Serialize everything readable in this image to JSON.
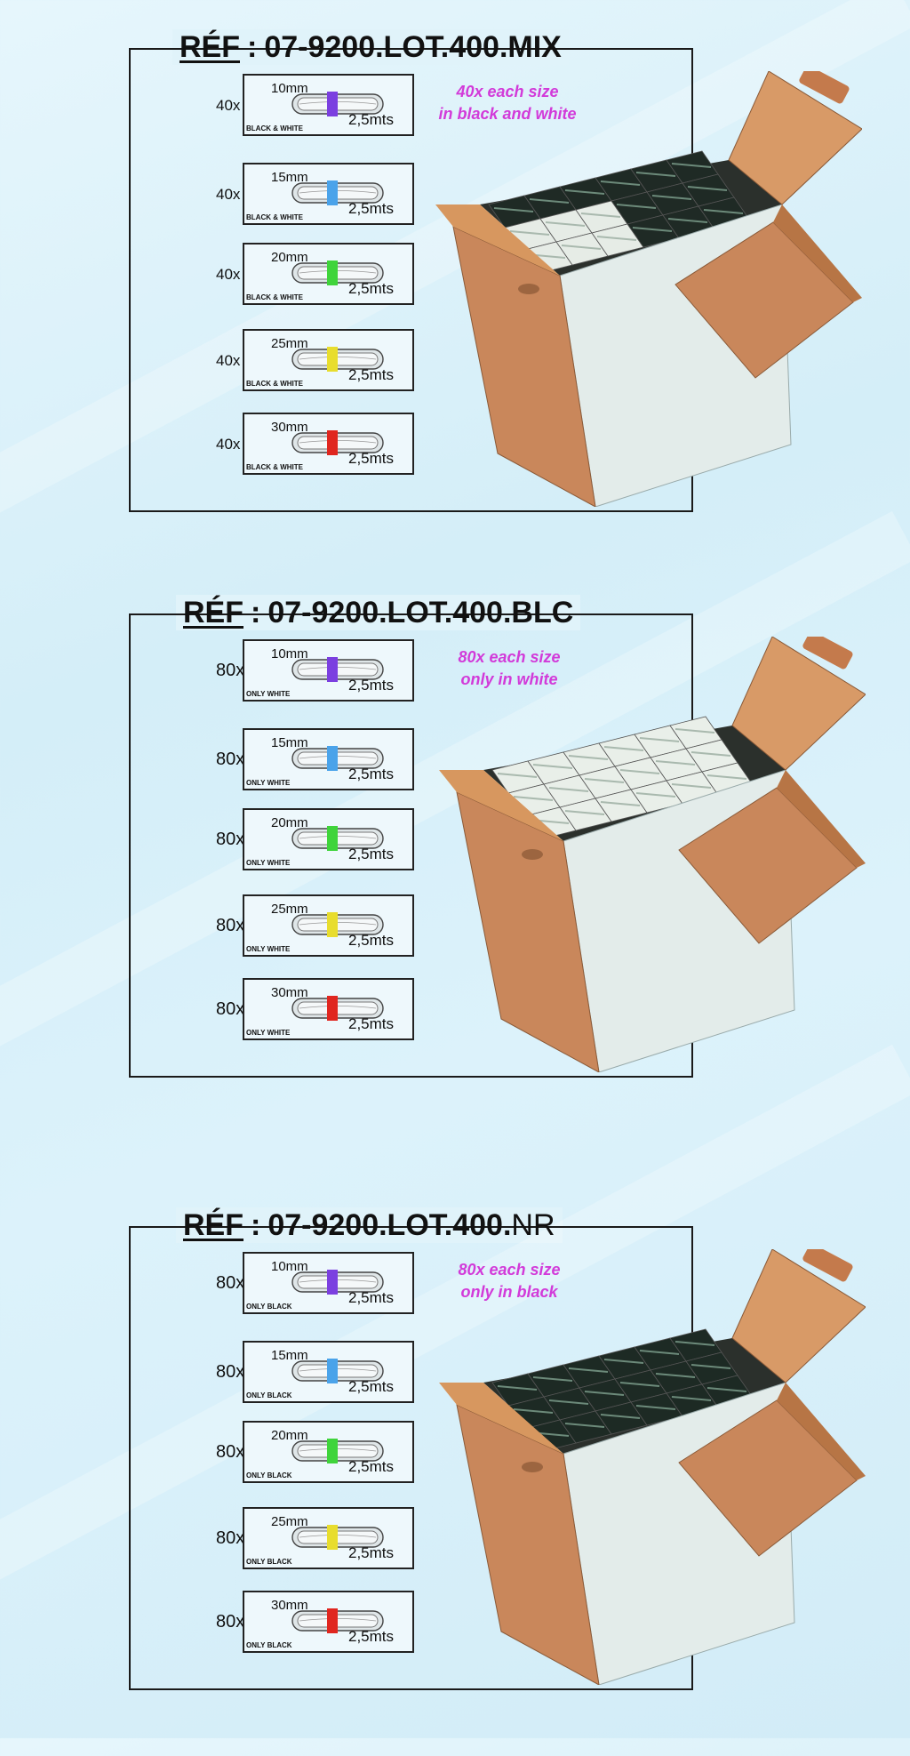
{
  "colors": {
    "note": "#d23ad9",
    "band_10": "#7b3fe0",
    "band_15": "#4aa3ea",
    "band_20": "#3fd43b",
    "band_25": "#e8dd2e",
    "band_30": "#e0261f",
    "cardboard": "#c9875b"
  },
  "panels": [
    {
      "ref_word": "RÉF",
      "ref_sep": ":",
      "ref_code": "07-9200.LOT.400.",
      "ref_suffix": "MIX",
      "note_line1": "40x each size",
      "note_line2": "in black and white",
      "contents": "mixed",
      "items": [
        {
          "qty": "40x",
          "size": "10mm",
          "length": "2,5mts",
          "tag": "BLACK & WHITE",
          "band_icon": "purple-band-icon"
        },
        {
          "qty": "40x",
          "size": "15mm",
          "length": "2,5mts",
          "tag": "BLACK & WHITE",
          "band_icon": "blue-band-icon"
        },
        {
          "qty": "40x",
          "size": "20mm",
          "length": "2,5mts",
          "tag": "BLACK & WHITE",
          "band_icon": "green-band-icon"
        },
        {
          "qty": "40x",
          "size": "25mm",
          "length": "2,5mts",
          "tag": "BLACK & WHITE",
          "band_icon": "yellow-band-icon"
        },
        {
          "qty": "40x",
          "size": "30mm",
          "length": "2,5mts",
          "tag": "BLACK & WHITE",
          "band_icon": "red-band-icon"
        }
      ]
    },
    {
      "ref_word": "RÉF",
      "ref_sep": ":",
      "ref_code": "07-9200.LOT.400.",
      "ref_suffix": "BLC",
      "note_line1": "80x each size",
      "note_line2": "only in white",
      "contents": "white",
      "items": [
        {
          "qty": "80x",
          "size": "10mm",
          "length": "2,5mts",
          "tag": "ONLY WHITE",
          "band_icon": "purple-band-icon"
        },
        {
          "qty": "80x",
          "size": "15mm",
          "length": "2,5mts",
          "tag": "ONLY WHITE",
          "band_icon": "blue-band-icon"
        },
        {
          "qty": "80x",
          "size": "20mm",
          "length": "2,5mts",
          "tag": "ONLY WHITE",
          "band_icon": "green-band-icon"
        },
        {
          "qty": "80x",
          "size": "25mm",
          "length": "2,5mts",
          "tag": "ONLY WHITE",
          "band_icon": "yellow-band-icon"
        },
        {
          "qty": "80x",
          "size": "30mm",
          "length": "2,5mts",
          "tag": "ONLY WHITE",
          "band_icon": "red-band-icon"
        }
      ]
    },
    {
      "ref_word": "RÉF",
      "ref_sep": ":",
      "ref_code": "07-9200.LOT.400.",
      "ref_suffix": "NR",
      "note_line1": "80x each size",
      "note_line2": "only in black",
      "contents": "black",
      "items": [
        {
          "qty": "80x",
          "size": "10mm",
          "length": "2,5mts",
          "tag": "ONLY BLACK",
          "band_icon": "purple-band-icon"
        },
        {
          "qty": "80x",
          "size": "15mm",
          "length": "2,5mts",
          "tag": "ONLY BLACK",
          "band_icon": "blue-band-icon"
        },
        {
          "qty": "80x",
          "size": "20mm",
          "length": "2,5mts",
          "tag": "ONLY BLACK",
          "band_icon": "green-band-icon"
        },
        {
          "qty": "80x",
          "size": "25mm",
          "length": "2,5mts",
          "tag": "ONLY BLACK",
          "band_icon": "yellow-band-icon"
        },
        {
          "qty": "80x",
          "size": "30mm",
          "length": "2,5mts",
          "tag": "ONLY BLACK",
          "band_icon": "red-band-icon"
        }
      ]
    }
  ]
}
